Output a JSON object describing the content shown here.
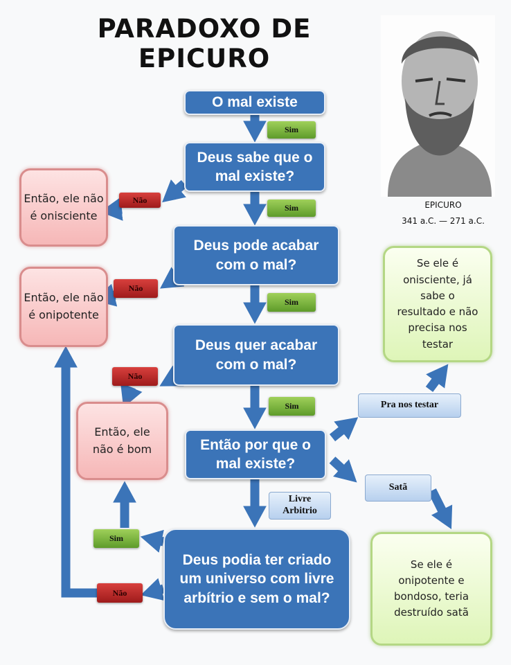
{
  "title": "PARADOXO DE EPICURO",
  "portrait": {
    "name": "EPICURO",
    "dates": "341 a.C. — 271 a.C."
  },
  "nodes": {
    "mal_existe": "O mal existe",
    "sabe": "Deus sabe que o mal existe?",
    "pode": "Deus pode acabar com o mal?",
    "quer": "Deus quer acabar com o mal?",
    "por_que": "Então por que o mal existe?",
    "podia": "Deus podia ter criado um universo com livre arbítrio e sem o mal?",
    "nao_onisciente": "Então, ele não é onisciente",
    "nao_onipotente": "Então, ele não é onipotente",
    "nao_bom": "Então, ele não é bom",
    "testar_result": "Se ele é onisciente, já sabe o resultado e não precisa nos testar",
    "satan_result": "Se ele é onipotente e bondoso, teria destruído satã",
    "pra_nos_testar": "Pra nos testar",
    "sata": "Satã",
    "livre_arbitrio": "Livre Arbitrio"
  },
  "labels": {
    "yes": "Sim",
    "no": "Não"
  },
  "colors": {
    "blue": "#3b74b8",
    "pink": "#f6b7b7",
    "green": "#def5b8",
    "yes": "#6fae35",
    "no": "#b52a28"
  }
}
